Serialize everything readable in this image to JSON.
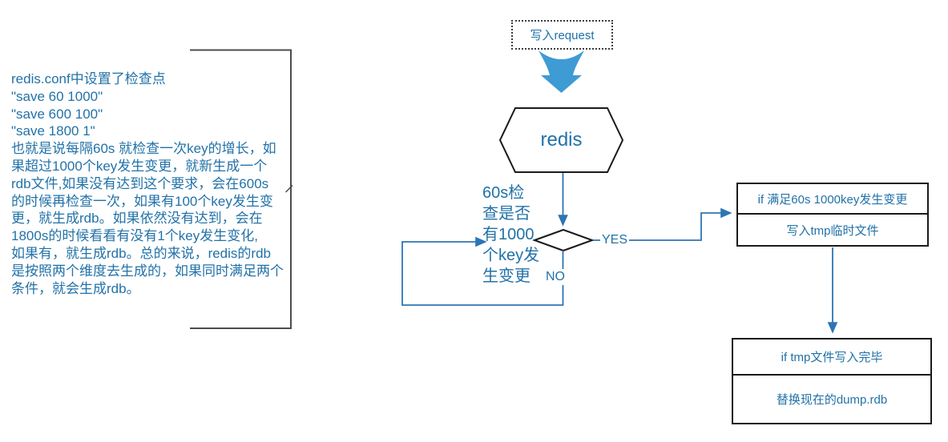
{
  "note": {
    "text": "redis.conf中设置了检查点\n\"save 60 1000\"\n\"save 600 100\"\n\"save 1800 1\"\n也就是说每隔60s 就检查一次key的增长，如\n果超过1000个key发生变更，就新生成一个\nrdb文件,如果没有达到这个要求，会在600s\n的时候再检查一次，如果有100个key发生变\n更，就生成rdb。如果依然没有达到，会在\n1800s的时候看看有没有1个key发生变化,\n如果有，就生成rdb。总的来说，redis的rdb\n是按照两个维度去生成的，如果同时满足两个\n条件，就会生成rdb。"
  },
  "flowchart": {
    "request": {
      "label": "写入request"
    },
    "redis": {
      "label": "redis"
    },
    "decision": {
      "label": "60s检\n查是否\n有1000\n个key发\n生变更"
    },
    "yes_label": "YES",
    "no_label": "NO",
    "tmp_box": {
      "row1": "if 满足60s 1000key发生变更",
      "row2": "写入tmp临时文件"
    },
    "replace_box": {
      "row1": "if tmp文件写入完毕",
      "row2": "替换现在的dump.rdb"
    }
  },
  "colors": {
    "text_blue": "#2272a8",
    "connector_blue": "#2e74b5",
    "thick_arrow_fill": "#3e9bd4",
    "shape_border": "#1a1a1a",
    "bracket_gray": "#4d4d4d",
    "background": "#ffffff"
  }
}
